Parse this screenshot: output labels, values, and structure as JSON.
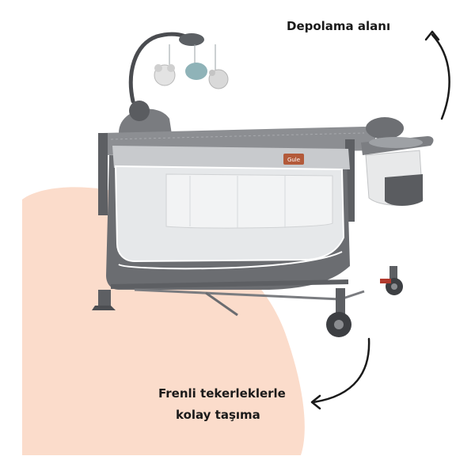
{
  "annotations": {
    "storage": "Depolama alanı",
    "wheels_line1": "Frenli tekerleklerle",
    "wheels_line2": "kolay taşıma"
  },
  "brand_label": "Gule",
  "colors": {
    "background": "#ffffff",
    "blob": "#fbdccb",
    "frame": "#5d5f63",
    "fabric_dark": "#6b6d71",
    "fabric_light": "#c8cacd",
    "mesh": "#e6e8ea",
    "brand_badge": "#b35a3a",
    "text": "#1a1a1a"
  }
}
